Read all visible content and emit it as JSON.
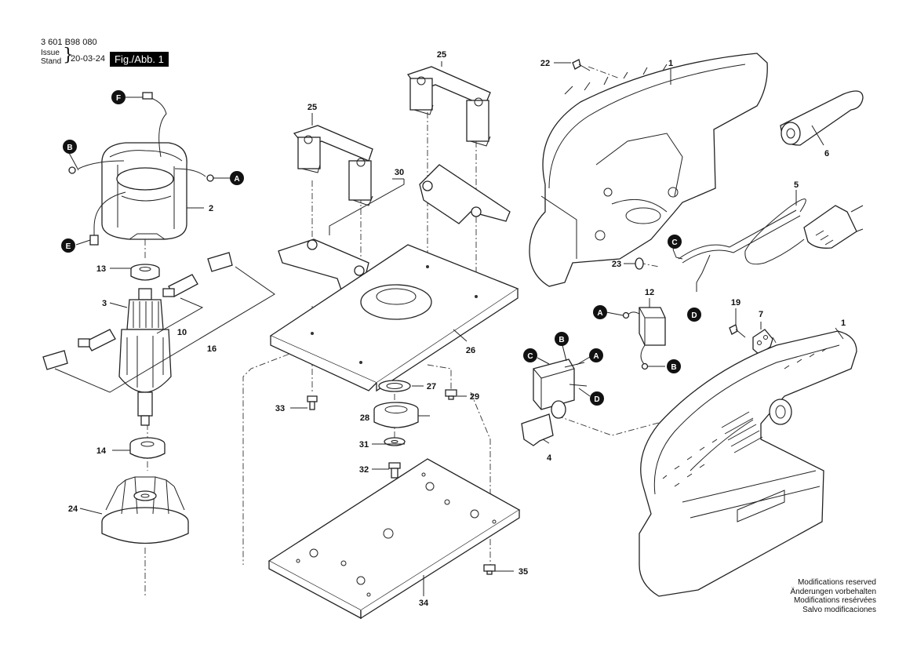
{
  "header": {
    "doc_number": "3 601 B98 080",
    "issue_label": "Issue",
    "stand_label": "Stand",
    "issue_date": "20-03-24",
    "figure_label": "Fig./Abb. 1"
  },
  "footer_notes": [
    "Modifications reserved",
    "Änderungen vorbehalten",
    "Modifications resérvées",
    "Salvo modificaciones"
  ],
  "parts": {
    "p1a": "1",
    "p1b": "1",
    "p2": "2",
    "p3": "3",
    "p4": "4",
    "p5": "5",
    "p6": "6",
    "p7": "7",
    "p10": "10",
    "p12": "12",
    "p13": "13",
    "p14": "14",
    "p16": "16",
    "p19": "19",
    "p22": "22",
    "p23": "23",
    "p24": "24",
    "p25a": "25",
    "p25b": "25",
    "p26": "26",
    "p27": "27",
    "p28": "28",
    "p29": "29",
    "p30": "30",
    "p31": "31",
    "p32": "32",
    "p33": "33",
    "p34": "34",
    "p35": "35"
  },
  "connectors": {
    "A": "A",
    "B": "B",
    "C": "C",
    "D": "D",
    "E": "E",
    "F": "F"
  }
}
